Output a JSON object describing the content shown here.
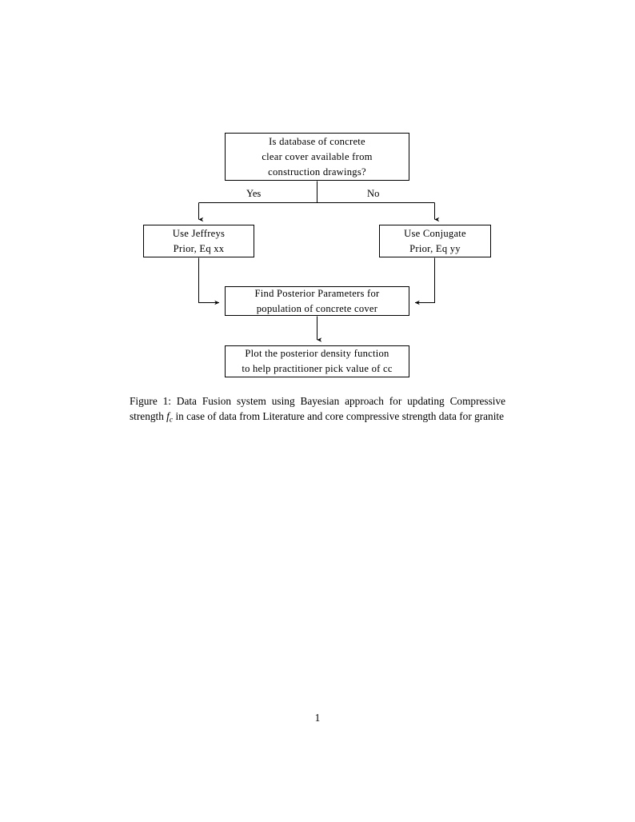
{
  "document": {
    "page_number": "1"
  },
  "figure": {
    "caption_label": "Figure 1:",
    "caption_text_part1": "Data Fusion system using Bayesian approach for updating Compressive strength",
    "caption_math": "f",
    "caption_math_sub": "c",
    "caption_text_part2": "in case of data from Literature and core compressive strength data for granite",
    "nodes": [
      {
        "id": "question",
        "lines": [
          "Is database of concrete",
          "clear cover available from",
          "construction drawings?"
        ]
      },
      {
        "id": "jeffreys",
        "lines": [
          "Use Jeffreys",
          "Prior, Eq xx"
        ]
      },
      {
        "id": "conjugate",
        "lines": [
          "Use Conjugate",
          "Prior, Eq yy"
        ]
      },
      {
        "id": "posterior",
        "lines": [
          "Find Posterior Parameters for",
          "population of concrete cover"
        ]
      },
      {
        "id": "plot",
        "lines": [
          "Plot the posterior density function",
          "to help practitioner pick value of cc"
        ]
      }
    ],
    "edge_labels": {
      "yes": "Yes",
      "no": "No"
    },
    "colors": {
      "stroke": "#000000",
      "text": "#000000",
      "background": "#ffffff"
    }
  }
}
